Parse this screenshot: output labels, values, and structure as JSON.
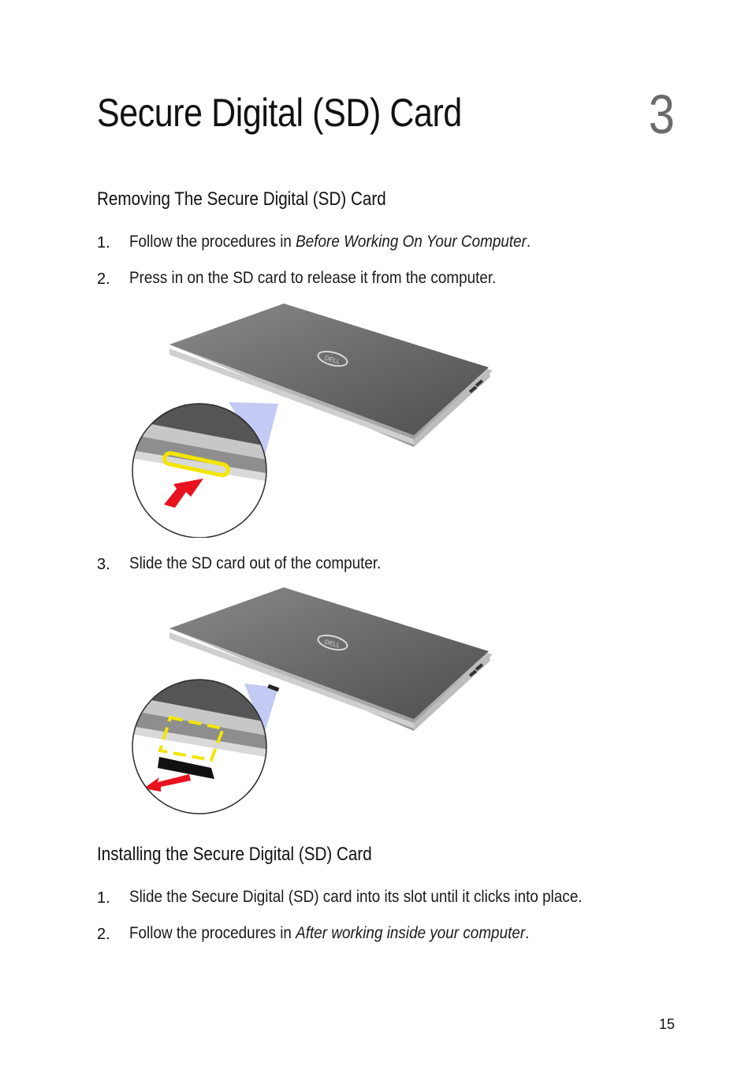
{
  "chapter": {
    "title": "Secure Digital (SD) Card",
    "number": "3"
  },
  "removing": {
    "heading": "Removing The Secure Digital (SD) Card",
    "steps": [
      {
        "num": "1.",
        "text": "Follow the procedures in ",
        "link": "Before Working On Your Computer",
        "after": "."
      },
      {
        "num": "2.",
        "text": "Press in on the SD card to release it from the computer."
      },
      {
        "num": "3.",
        "text": "Slide the SD card out of the computer."
      }
    ]
  },
  "installing": {
    "heading": "Installing the Secure Digital (SD) Card",
    "steps": [
      {
        "num": "1.",
        "text": "Slide the Secure Digital (SD) card into its slot until it clicks into place."
      },
      {
        "num": "2.",
        "text": "Follow the procedures in ",
        "link": "After working inside your computer",
        "after": "."
      }
    ]
  },
  "logo_text": "DELL",
  "colors": {
    "highlight": "#f2e600",
    "arrow": "#e8131f",
    "callout_beam": "#b9c2f2"
  },
  "page_number": "15"
}
